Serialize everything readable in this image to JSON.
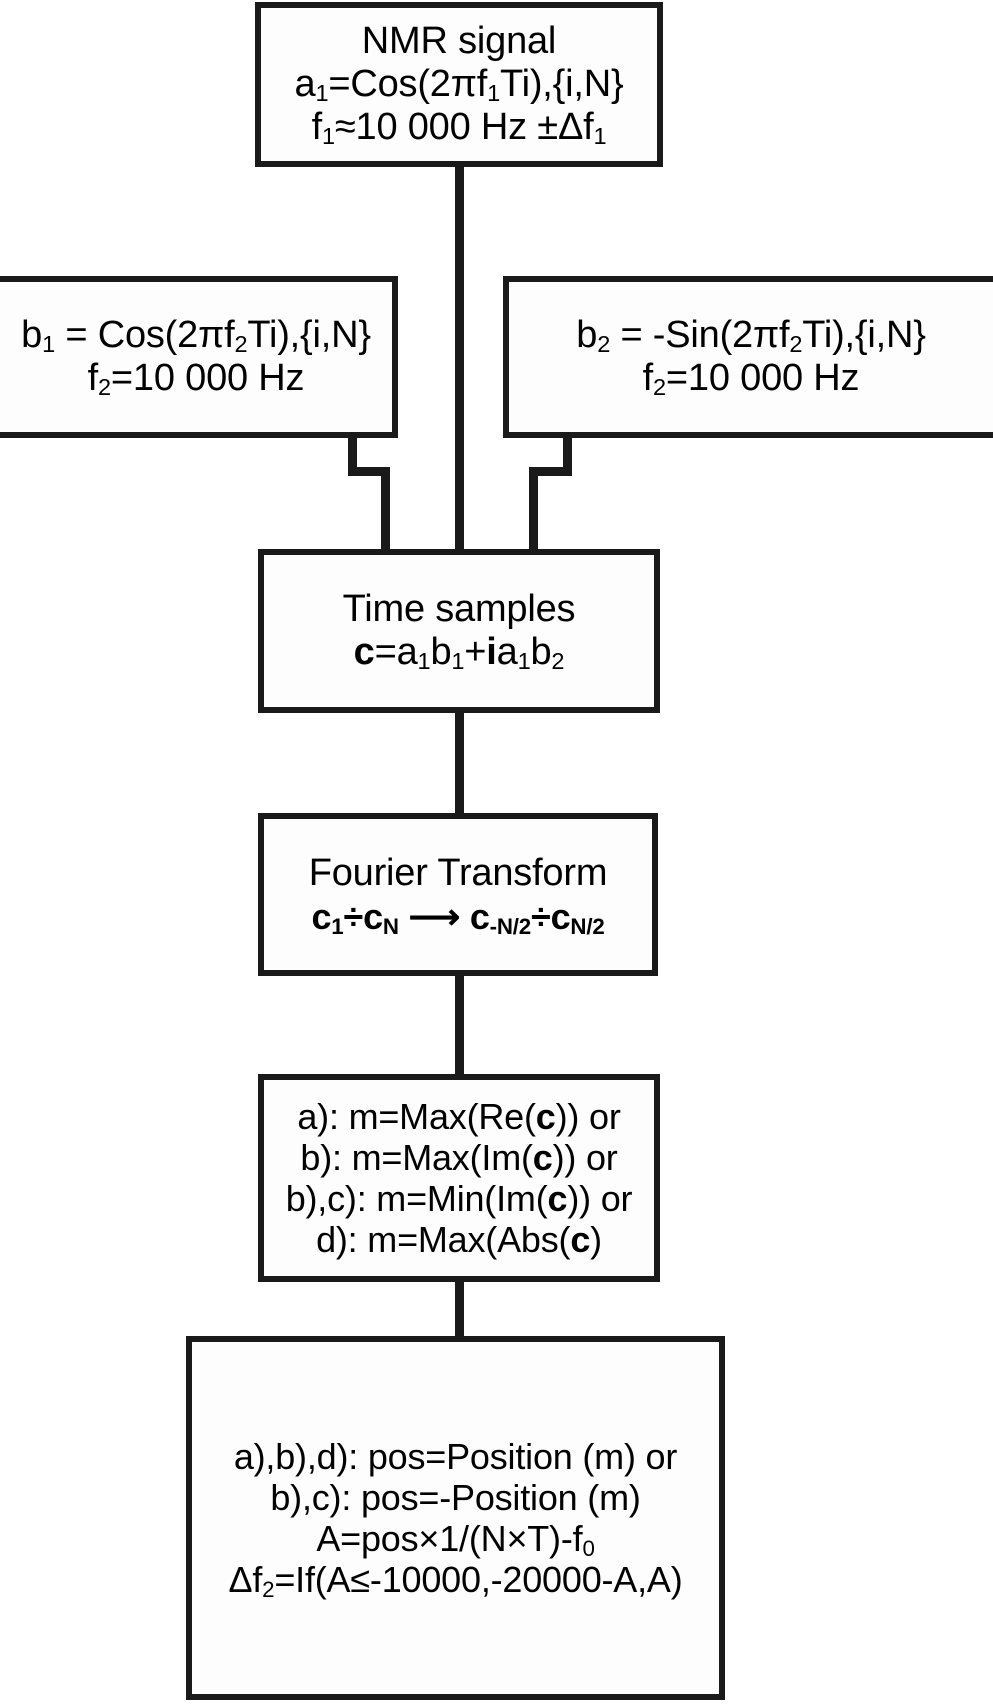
{
  "diagram": {
    "title": "NMR frequency measurement signal-processing flowchart",
    "stroke_color": "#1a1a1a",
    "background_color": "#ffffff",
    "nodes": [
      {
        "id": "nmr_signal",
        "name": "nmr-signal-box",
        "lines": [
          {
            "text": "NMR signal",
            "html": "NMR signal",
            "bold": false
          },
          {
            "text": "a1=Cos(2πf1Ti),{i,N}",
            "html": "a<sub>1</sub>=Cos(2πf<sub>1</sub>Ti),{i,N}",
            "bold": false
          },
          {
            "text": "f1≈10 000 Hz ±Δf1",
            "html": "f<sub>1</sub>≈10 000 Hz ±Δf<sub>1</sub>",
            "bold": false
          }
        ]
      },
      {
        "id": "b1",
        "name": "b1-reference-box",
        "lines": [
          {
            "text": "b1 = Cos(2πf2Ti),{i,N}",
            "html": "b<sub>1</sub> = Cos(2πf<sub>2</sub>Ti),{i,N}",
            "bold": false
          },
          {
            "text": "f2=10 000 Hz",
            "html": "f<sub>2</sub>=10 000 Hz",
            "bold": false
          }
        ]
      },
      {
        "id": "b2",
        "name": "b2-reference-box",
        "lines": [
          {
            "text": "b2 = -Sin(2πf2Ti),{i,N}",
            "html": "b<sub>2</sub> = -Sin(2πf<sub>2</sub>Ti),{i,N}",
            "bold": false
          },
          {
            "text": "f2=10 000 Hz",
            "html": "f<sub>2</sub>=10 000 Hz",
            "bold": false
          }
        ]
      },
      {
        "id": "time_samples",
        "name": "time-samples-box",
        "lines": [
          {
            "text": "Time samples",
            "html": "Time samples",
            "bold": false
          },
          {
            "text": "c=a1b1+ia1b2",
            "html": "<b class=\"vec\">c</b>=a<sub>1</sub>b<sub>1</sub>+<b class=\"vec\">i</b>a<sub>1</sub>b<sub>2</sub>",
            "bold": false
          }
        ]
      },
      {
        "id": "fourier_transform",
        "name": "fourier-transform-box",
        "lines": [
          {
            "text": "Fourier Transform",
            "html": "Fourier Transform",
            "bold": false
          },
          {
            "text": "c1÷cN → c-N/2÷cN/2",
            "html": "<b class=\"vec\">c</b><sub>1</sub>÷<b class=\"vec\">c</b><sub>N</sub> ⟶ <b class=\"vec\">c</b><sub>-N/2</sub>÷<b class=\"vec\">c</b><sub>N/2</sub>",
            "bold": true
          }
        ]
      },
      {
        "id": "peak_detect",
        "name": "peak-detection-box",
        "lines": [
          {
            "text": "a): m=Max(Re(c)) or",
            "html": "a): m=Max(Re(<b class=\"vec\">c</b>)) or",
            "bold": false
          },
          {
            "text": "b): m=Max(Im(c)) or",
            "html": "b): m=Max(Im(<b class=\"vec\">c</b>)) or",
            "bold": false
          },
          {
            "text": "b),c): m=Min(Im(c)) or",
            "html": "b),c): m=Min(Im(<b class=\"vec\">c</b>)) or",
            "bold": false
          },
          {
            "text": "d): m=Max(Abs(c)",
            "html": "d): m=Max(Abs(<b class=\"vec\">c</b>)",
            "bold": false
          }
        ]
      },
      {
        "id": "position_calc",
        "name": "position-calculation-box",
        "lines": [
          {
            "text": "a),b),d): pos=Position (m) or",
            "html": "a),b),d): pos=Position (m) or",
            "bold": false
          },
          {
            "text": "b),c): pos=-Position (m)",
            "html": "b),c): pos=-Position (m)",
            "bold": false
          },
          {
            "text": "A=pos×1/(N×T)-f0",
            "html": "A=pos×1/(N×T)-f<sub>0</sub>",
            "bold": false
          },
          {
            "text": "Δf2=If(A≤-10000,-20000-A,A)",
            "html": "Δf<sub>2</sub>=If(A≤-10000,-20000-A,A)",
            "bold": false
          }
        ]
      }
    ],
    "connectors": [
      {
        "name": "connector-nmr-to-time",
        "from": "nmr_signal",
        "to": "time_samples"
      },
      {
        "name": "connector-b1-to-time",
        "from": "b1",
        "to": "time_samples"
      },
      {
        "name": "connector-b2-to-time",
        "from": "b2",
        "to": "time_samples"
      },
      {
        "name": "connector-time-to-ft",
        "from": "time_samples",
        "to": "fourier_transform"
      },
      {
        "name": "connector-ft-to-peak",
        "from": "fourier_transform",
        "to": "peak_detect"
      },
      {
        "name": "connector-peak-to-position",
        "from": "peak_detect",
        "to": "position_calc"
      }
    ]
  }
}
